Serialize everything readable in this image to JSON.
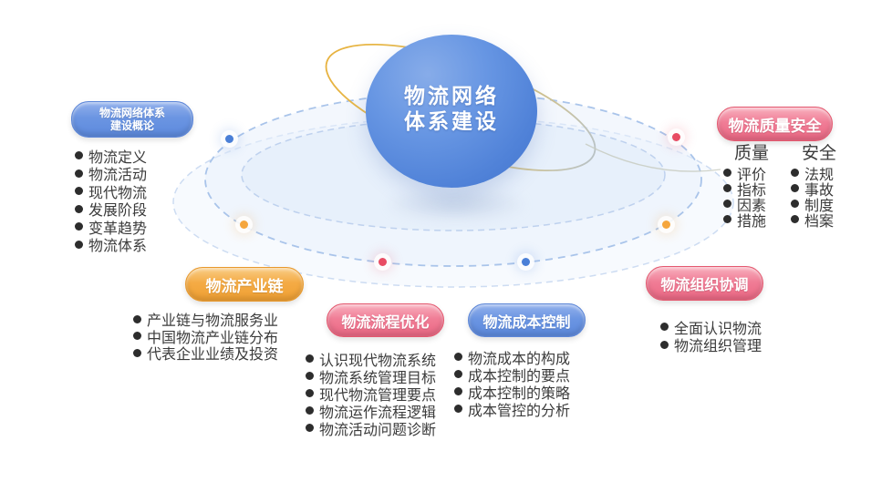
{
  "center": {
    "line1": "物流网络",
    "line2": "体系建设"
  },
  "branches": {
    "overview": {
      "label_line1": "物流网络体系",
      "label_line2": "建设概论",
      "items": [
        "物流定义",
        "物流活动",
        "现代物流",
        "发展阶段",
        "变革趋势",
        "物流体系"
      ]
    },
    "quality": {
      "label": "物流质量安全",
      "columns": [
        {
          "header": "质量",
          "items": [
            "评价",
            "指标",
            "因素",
            "措施"
          ]
        },
        {
          "header": "安全",
          "items": [
            "法规",
            "事故",
            "制度",
            "档案"
          ]
        }
      ]
    },
    "industry": {
      "label": "物流产业链",
      "items": [
        "产业链与物流服务业",
        "中国物流产业链分布",
        "代表企业业绩及投资"
      ]
    },
    "process": {
      "label": "物流流程优化",
      "items": [
        "认识现代物流系统",
        "物流系统管理目标",
        "现代物流管理要点",
        "物流运作流程逻辑",
        "物流活动问题诊断"
      ]
    },
    "cost": {
      "label": "物流成本控制",
      "items": [
        "物流成本的构成",
        "成本控制的要点",
        "成本控制的策略",
        "成本管控的分析"
      ]
    },
    "organization": {
      "label": "物流组织协调",
      "items": [
        "全面认识物流",
        "物流组织管理"
      ]
    }
  },
  "orbit_dots": [
    {
      "name": "blue-top-left",
      "color": "#4a7fd7"
    },
    {
      "name": "red-top-right",
      "color": "#e84c63"
    },
    {
      "name": "orange-left",
      "color": "#f5a63d"
    },
    {
      "name": "orange-right",
      "color": "#f5a63d"
    },
    {
      "name": "red-bottom",
      "color": "#e84c63"
    },
    {
      "name": "blue-bottom",
      "color": "#4a7fd7"
    }
  ],
  "colors": {
    "sphere_blue": "#5585db",
    "pill_blue": "#6792e0",
    "pill_pink": "#ef7590",
    "pill_orange": "#f2a63d",
    "ring_dash_blue": "#a9c4ea",
    "ring_gold": "#e2b33c",
    "text_dark": "#3b3b3b"
  }
}
